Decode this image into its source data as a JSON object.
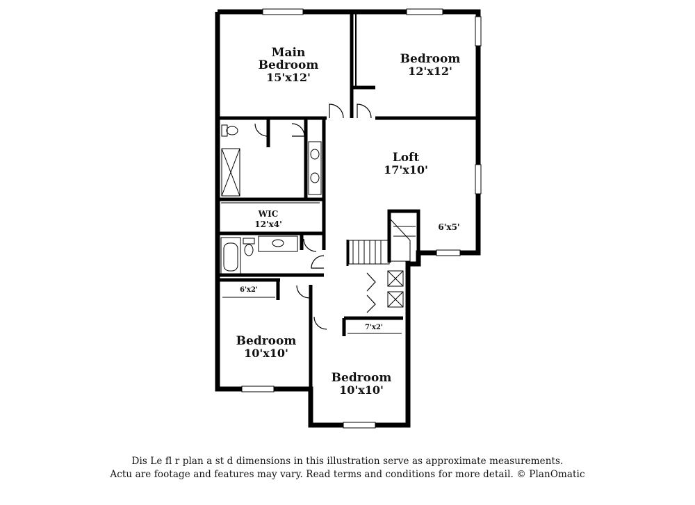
{
  "rooms": {
    "main_bedroom": {
      "name_line1": "Main",
      "name_line2": "Bedroom",
      "dims": "15'x12'"
    },
    "bedroom_ne": {
      "name": "Bedroom",
      "dims": "12'x12'"
    },
    "loft": {
      "name": "Loft",
      "dims": "17'x10'"
    },
    "nook": {
      "dims": "6'x5'"
    },
    "wic": {
      "name": "WIC",
      "dims": "12'x4'"
    },
    "closet_sw": {
      "dims": "6'x2'"
    },
    "closet_s": {
      "dims": "7'x2'"
    },
    "bedroom_sw": {
      "name": "Bedroom",
      "dims": "10'x10'"
    },
    "bedroom_s": {
      "name": "Bedroom",
      "dims": "10'x10'"
    }
  },
  "disclaimer": {
    "line1": "Dis    Le fl  r plan  a  st  d dimensions in this illustration serve as approximate measurements.",
    "line2": "Actu    are footage and features may vary. Read terms and conditions for more detail. © PlanOmatic"
  }
}
